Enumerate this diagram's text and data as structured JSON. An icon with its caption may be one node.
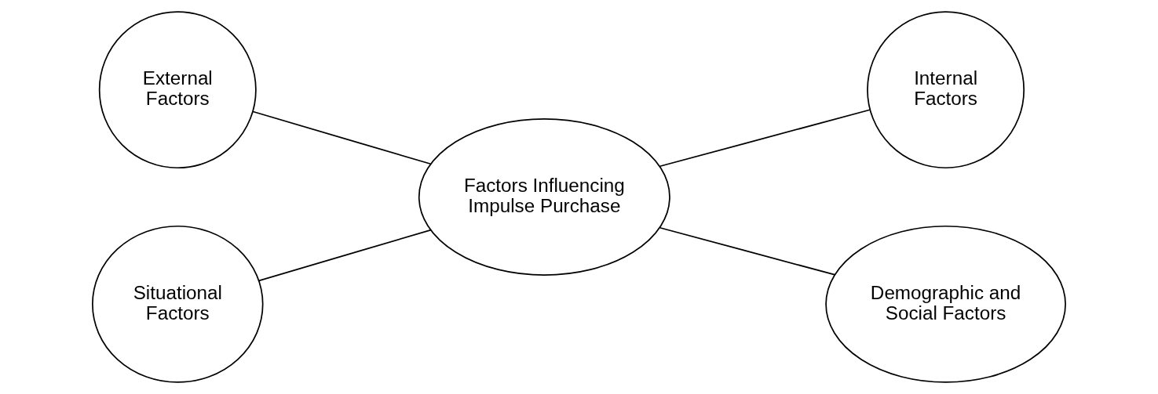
{
  "diagram": {
    "nodes": [
      {
        "text": [
          "External Factors"
        ]
      },
      {
        "text": [
          "Internal Factors"
        ]
      },
      {
        "text": [
          "Factors Influencing Impulse Purchase"
        ]
      },
      {
        "text": [
          "Situational Factors"
        ]
      },
      {
        "text": [
          "Demographic and Social Factors"
        ]
      }
    ],
    "edges": [
      {
        "from": 0,
        "to": 2,
        "arrow": "none"
      },
      {
        "from": 2,
        "to": 1,
        "arrow": "none"
      },
      {
        "from": 3,
        "to": 2,
        "arrow": "none"
      },
      {
        "from": 2,
        "to": 4,
        "arrow": "none"
      }
    ]
  }
}
